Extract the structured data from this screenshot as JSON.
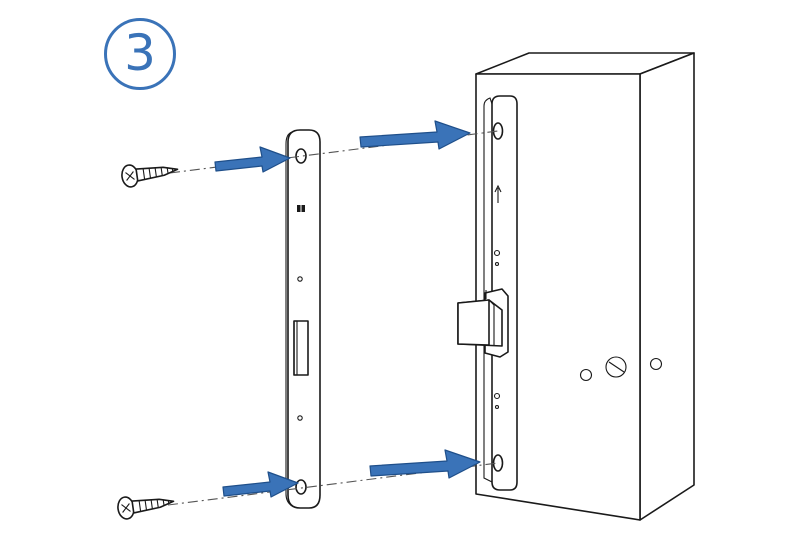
{
  "step": {
    "number": "3",
    "color": "#3a73b8"
  },
  "illustration": {
    "parts": [
      "wood-screw",
      "faceplate",
      "lock-body",
      "latch-bolt"
    ],
    "arrow_color": "#3a73b8",
    "arrow_count": 4
  }
}
